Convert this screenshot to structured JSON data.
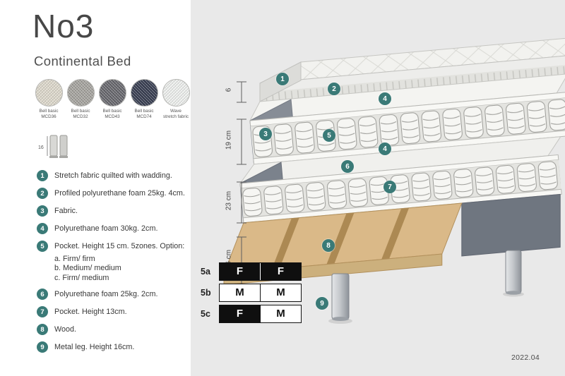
{
  "header": {
    "title": "No3",
    "subtitle": "Continental Bed"
  },
  "swatches": [
    {
      "line1": "Bell basic",
      "line2": "MCD36",
      "color": "#ddd8cb"
    },
    {
      "line1": "Bell basic",
      "line2": "MCD32",
      "color": "#a3a19c"
    },
    {
      "line1": "Bell basic",
      "line2": "MCD43",
      "color": "#64646a"
    },
    {
      "line1": "Bell basic",
      "line2": "MCD74",
      "color": "#343a4e"
    },
    {
      "line1": "Wave",
      "line2": "stretch fabric",
      "color": "#eef0ee"
    }
  ],
  "leg_icon": {
    "size_label": "16"
  },
  "legend": [
    {
      "n": "1",
      "text": "Stretch fabric quilted with wadding."
    },
    {
      "n": "2",
      "text": "Profiled polyurethane foam 25kg. 4cm."
    },
    {
      "n": "3",
      "text": "Fabric."
    },
    {
      "n": "4",
      "text": "Polyurethane foam 30kg. 2cm."
    },
    {
      "n": "5",
      "text": "Pocket. Height 15 cm. 5zones. Option:",
      "sub": [
        "a. Firm/ firm",
        "b. Medium/ medium",
        "c. Firm/ medium"
      ]
    },
    {
      "n": "6",
      "text": "Polyurethane foam 25kg. 2cm."
    },
    {
      "n": "7",
      "text": "Pocket. Height 13cm."
    },
    {
      "n": "8",
      "text": "Wood."
    },
    {
      "n": "9",
      "text": "Metal leg. Height 16cm."
    }
  ],
  "measurements": [
    "6",
    "19 cm",
    "23 cm",
    "16 cm"
  ],
  "diagram_badges": [
    "1",
    "2",
    "4",
    "3",
    "5",
    "4",
    "6",
    "7",
    "8",
    "9"
  ],
  "firmness_options": {
    "rows": [
      {
        "label": "5a",
        "cells": [
          {
            "text": "F",
            "style": "dark"
          },
          {
            "text": "F",
            "style": "dark"
          }
        ]
      },
      {
        "label": "5b",
        "cells": [
          {
            "text": "M",
            "style": "light"
          },
          {
            "text": "M",
            "style": "light"
          }
        ]
      },
      {
        "label": "5c",
        "cells": [
          {
            "text": "F",
            "style": "dark"
          },
          {
            "text": "M",
            "style": "light"
          }
        ]
      }
    ]
  },
  "version": "2022.04",
  "colors": {
    "accent_teal": "#3a7a77",
    "panel_bg": "#e9e9e9",
    "wood": "#d9b888",
    "base_fabric": "#6f7680",
    "metal_leg": "#c6c9cd"
  }
}
